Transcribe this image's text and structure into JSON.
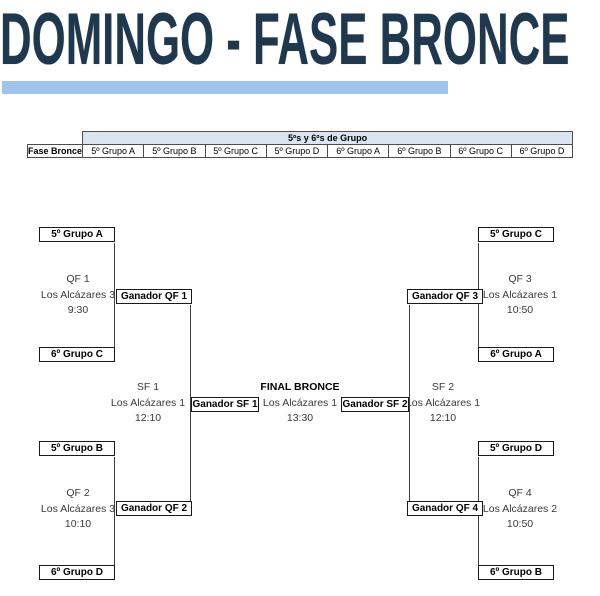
{
  "title": "DOMINGO - FASE BRONCE",
  "colors": {
    "title": "#20384e",
    "bar": "#9fc3ea",
    "header_bg": "#dbe5f1"
  },
  "table": {
    "row_label": "Fase Bronce",
    "header": "5ºs y 6ºs de Grupo",
    "groups": [
      "5º Grupo A",
      "5º Grupo B",
      "5º Grupo C",
      "5º Grupo D",
      "6º Grupo A",
      "6º Grupo B",
      "6º Grupo C",
      "6º Grupo D"
    ]
  },
  "bracket": {
    "quarterfinals": [
      {
        "id": "QF 1",
        "top": "5º Grupo A",
        "bottom": "6º Grupo C",
        "venue": "Los Alcázares 3",
        "time": "9:30",
        "winner": "Ganador QF 1"
      },
      {
        "id": "QF 2",
        "top": "5º Grupo B",
        "bottom": "6º Grupo D",
        "venue": "Los Alcázares 3",
        "time": "10:10",
        "winner": "Ganador QF 2"
      },
      {
        "id": "QF 3",
        "top": "5º Grupo C",
        "bottom": "6º Grupo A",
        "venue": "Los Alcázares 1",
        "time": "10:50",
        "winner": "Ganador QF 3"
      },
      {
        "id": "QF 4",
        "top": "5º Grupo D",
        "bottom": "6º Grupo B",
        "venue": "Los Alcázares 2",
        "time": "10:50",
        "winner": "Ganador QF 4"
      }
    ],
    "semifinals": [
      {
        "id": "SF 1",
        "venue": "Los Alcázares 1",
        "time": "12:10",
        "winner": "Ganador SF 1"
      },
      {
        "id": "SF 2",
        "venue": "Los Alcázares 1",
        "time": "12:10",
        "winner": "Ganador SF 2"
      }
    ],
    "final": {
      "id": "FINAL BRONCE",
      "venue": "Los Alcázares 1",
      "time": "13:30"
    }
  }
}
